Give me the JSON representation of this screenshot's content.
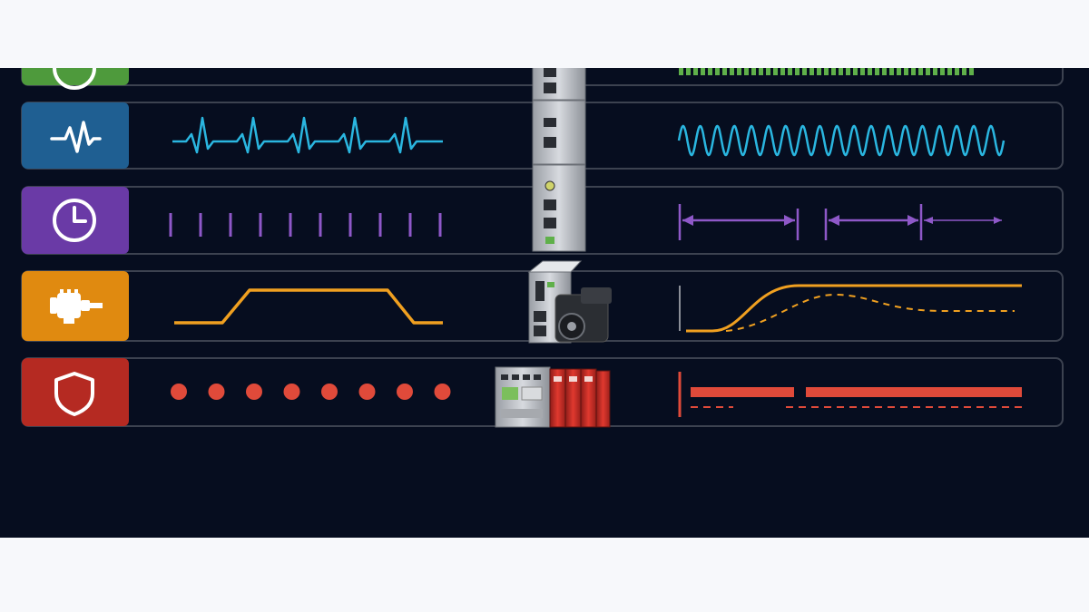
{
  "palette": {
    "background": "#060d1f",
    "page": "#f7f8fb",
    "row_border": "#3c4250",
    "green": "#5fb04a",
    "blue": "#2ab6e0",
    "blue_tile": "#1f5f92",
    "purple": "#8e58c8",
    "purple_tile": "#6a3aa6",
    "orange": "#f0a020",
    "orange_tile": "#e08a10",
    "red": "#e04a3a",
    "red_tile": "#b52a22",
    "device_grey": "#c9ccd1",
    "device_red": "#d0302a"
  },
  "rows": [
    {
      "name": "row-partial-green",
      "icon": "gauge-icon",
      "tile_color": "#4e9a3c",
      "pattern_left": "none",
      "pattern_right": "bars-partial"
    },
    {
      "name": "row-signal",
      "icon": "heartbeat-icon",
      "tile_color": "#1f5f92",
      "pattern_left": "pulse-wave",
      "pattern_right": "sine-wave"
    },
    {
      "name": "row-timing",
      "icon": "clock-icon",
      "tile_color": "#6a3aa6",
      "pattern_left": "tick-marks",
      "pattern_right": "interval-arrows"
    },
    {
      "name": "row-motion",
      "icon": "motor-icon",
      "tile_color": "#e08a10",
      "pattern_left": "trapezoid-profile",
      "pattern_right": "s-curve-response"
    },
    {
      "name": "row-safety",
      "icon": "shield-icon",
      "tile_color": "#b52a22",
      "pattern_left": "dot-sequence",
      "pattern_right": "safety-bars"
    }
  ],
  "devices": [
    {
      "name": "io-module-stack-icon",
      "kind": "I/O coupler stack"
    },
    {
      "name": "servo-drive-motor-icon",
      "kind": "servo drive with motor"
    },
    {
      "name": "safety-plc-icon",
      "kind": "PLC with safety modules"
    }
  ]
}
